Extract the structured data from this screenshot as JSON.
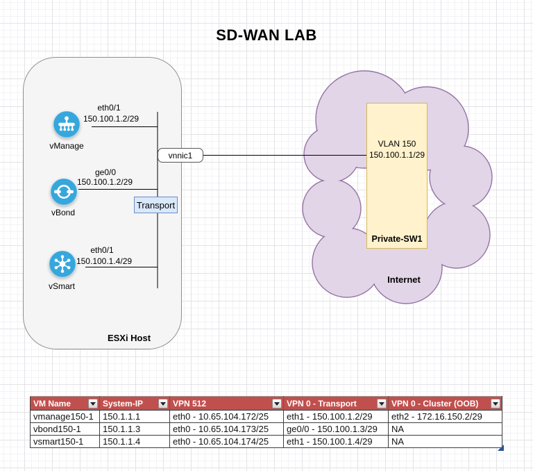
{
  "title": "SD-WAN LAB",
  "colors": {
    "node_blue": "#36a7dc",
    "cloud_fill": "#e1d5e7",
    "cloud_border": "#9673a6",
    "switch_fill": "#fff2cc",
    "switch_border": "#d6b656",
    "transport_fill": "#dae8fc",
    "transport_border": "#6c8ebf",
    "table_header_bg": "#c0504d",
    "resize_handle_blue": "#2f5496"
  },
  "esxi": {
    "label": "ESXi Host",
    "nodes": [
      {
        "name": "vManage",
        "icon": "vmanage-icon",
        "interface": "eth0/1",
        "ip": "150.100.1.2/29"
      },
      {
        "name": "vBond",
        "icon": "vbond-icon",
        "interface": "ge0/0",
        "ip": "150.100.1.2/29"
      },
      {
        "name": "vSmart",
        "icon": "vsmart-icon",
        "interface": "eth0/1",
        "ip": "150.100.1.4/29"
      }
    ]
  },
  "connectors": {
    "vnnic_label": "vnnic1",
    "transport_label": "Transport"
  },
  "cloud": {
    "label": "Internet",
    "switch": {
      "line1": "VLAN 150",
      "line2": "150.100.1.1/29",
      "name": "Private-SW1"
    }
  },
  "icons": {
    "filter": "filter-dropdown-icon"
  },
  "table": {
    "headers": [
      "VM Name",
      "System-IP",
      "VPN 512",
      "VPN 0 - Transport",
      "VPN 0 - Cluster (OOB)"
    ],
    "rows": [
      [
        "vmanage150-1",
        "150.1.1.1",
        "eth0 - 10.65.104.172/25",
        "eth1 - 150.100.1.2/29",
        "eth2 - 172.16.150.2/29"
      ],
      [
        "vbond150-1",
        "150.1.1.3",
        "eth0 - 10.65.104.173/25",
        "ge0/0 - 150.100.1.3/29",
        "NA"
      ],
      [
        "vsmart150-1",
        "150.1.1.4",
        "eth0 - 10.65.104.174/25",
        "eth1 - 150.100.1.4/29",
        "NA"
      ]
    ]
  }
}
